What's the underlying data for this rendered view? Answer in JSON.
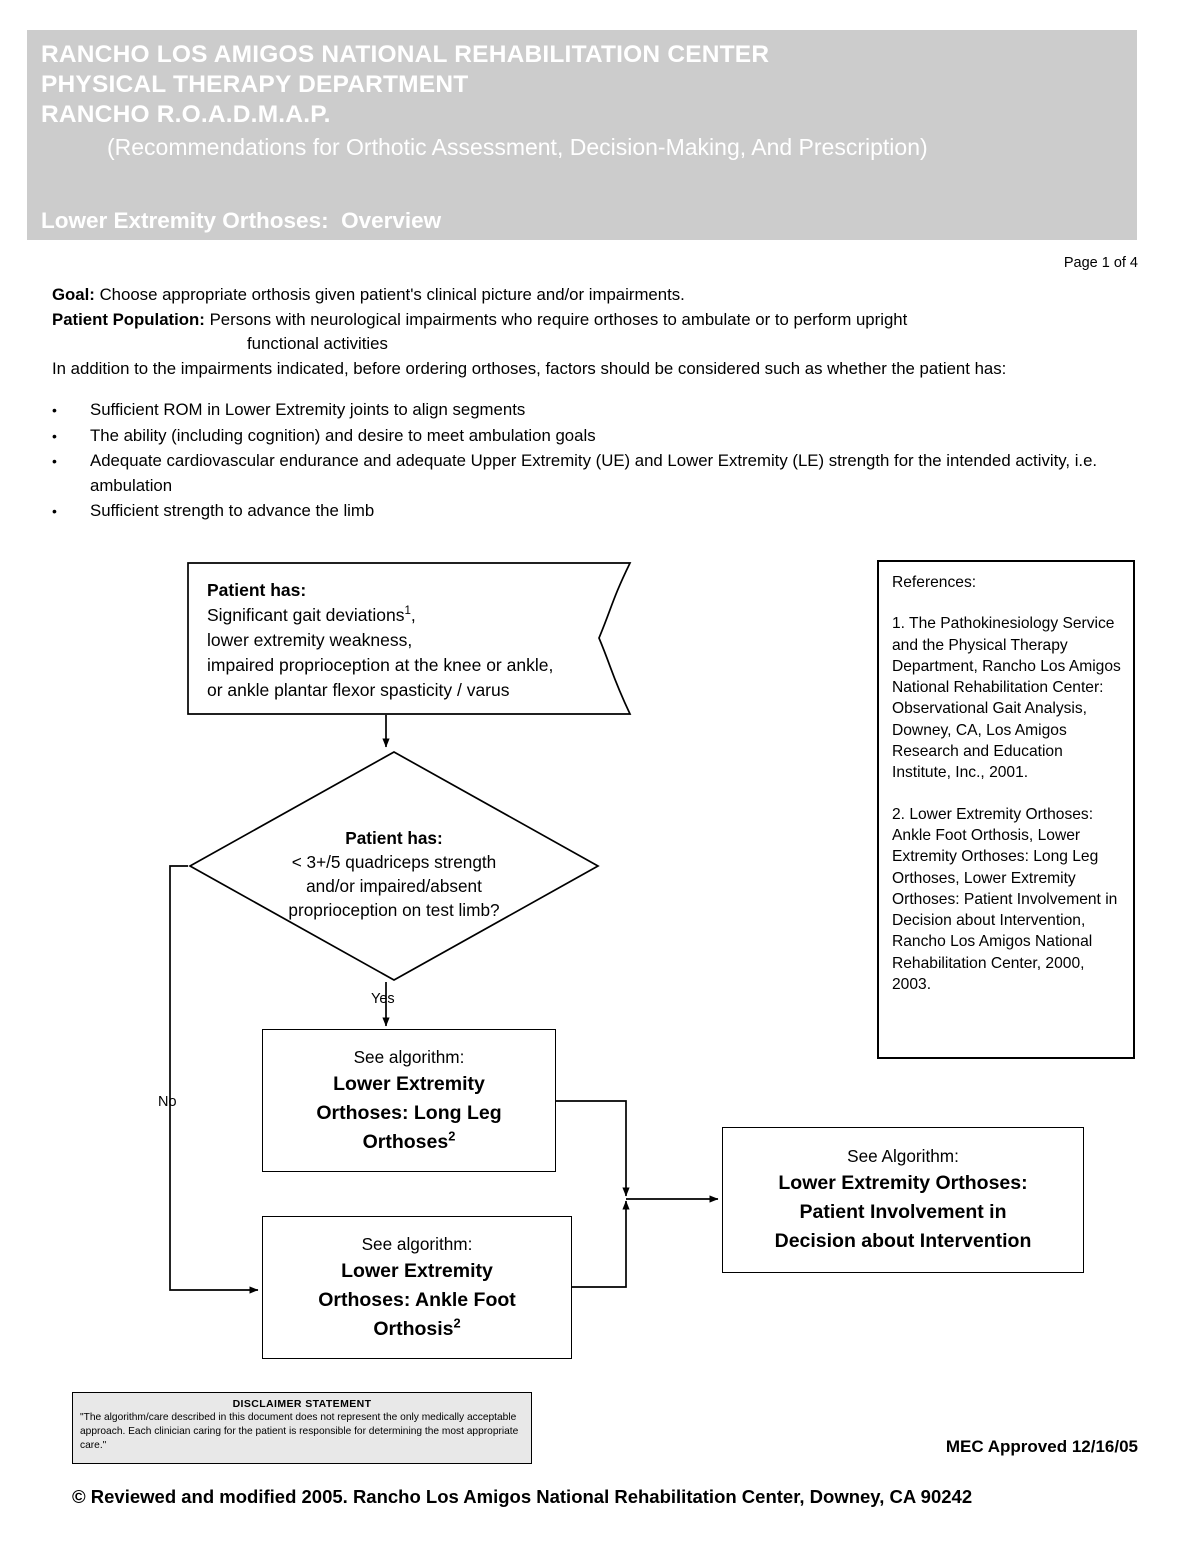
{
  "header": {
    "line1": "RANCHO LOS AMIGOS NATIONAL REHABILITATION CENTER",
    "line2": "PHYSICAL THERAPY DEPARTMENT",
    "line3": "RANCHO R.O.A.D.M.A.P.",
    "subtitle": "(Recommendations for Orthotic Assessment, Decision-Making, And Prescription)",
    "overview_title": "Lower Extremity Orthoses:  Overview",
    "background_color": "#cccccc",
    "text_color": "#ffffff"
  },
  "page_number": "Page 1 of 4",
  "intro": {
    "goal_label": "Goal:",
    "goal_text": "Choose appropriate orthosis given patient's clinical picture and/or impairments.",
    "population_label": "Patient Population:",
    "population_text": "Persons with neurological impairments who require orthoses to ambulate or to perform upright",
    "population_text_cont": "functional activities",
    "paragraph": "In addition to the impairments indicated, before ordering orthoses, factors should be considered such as whether the patient has:",
    "bullets": [
      "Sufficient ROM in Lower Extremity joints to align segments",
      "The ability (including cognition) and desire to meet ambulation goals",
      "Adequate cardiovascular endurance and adequate Upper Extremity (UE) and Lower Extremity (LE) strength for the intended activity, i.e. ambulation",
      "Sufficient strength to advance the limb"
    ]
  },
  "flowchart": {
    "type": "flowchart",
    "symptoms_node": {
      "heading": "Patient has:",
      "line1_pre": "Significant gait deviations",
      "line1_sup": "1",
      "line1_post": ",",
      "line2": "lower extremity weakness,",
      "line3": "impaired proprioception at the knee or ankle,",
      "line4": "or ankle plantar flexor spasticity / varus"
    },
    "decision_node": {
      "heading": "Patient has:",
      "line1": "< 3+/5 quadriceps strength",
      "line2": "and/or impaired/absent",
      "line3": "proprioception on test limb?"
    },
    "edge_labels": {
      "yes": "Yes",
      "no": "No"
    },
    "long_leg_node": {
      "lead": "See algorithm:",
      "main_line1": "Lower Extremity",
      "main_line2": "Orthoses:  Long Leg",
      "main_line3_pre": "Orthoses",
      "main_line3_sup": "2"
    },
    "afo_node": {
      "lead": "See algorithm:",
      "main_line1": "Lower Extremity",
      "main_line2": "Orthoses:  Ankle Foot",
      "main_line3_pre": "Orthosis",
      "main_line3_sup": "2"
    },
    "patient_involvement_node": {
      "lead": "See Algorithm:",
      "main_line1": "Lower Extremity Orthoses:",
      "main_line2": "Patient Involvement in",
      "main_line3": "Decision about Intervention"
    }
  },
  "references": {
    "title": "References:",
    "item1": "1.   The Pathokinesiology Service and the Physical Therapy Department, Rancho Los Amigos National Rehabilitation Center: Observational Gait Analysis, Downey, CA,  Los Amigos Research and Education Institute, Inc., 2001.",
    "item2": "2.   Lower Extremity Orthoses:  Ankle Foot Orthosis, Lower Extremity Orthoses:  Long Leg Orthoses, Lower Extremity Orthoses:  Patient Involvement in Decision about Intervention, Rancho Los Amigos National Rehabilitation Center, 2000, 2003."
  },
  "disclaimer": {
    "title": "DISCLAIMER STATEMENT",
    "body": "\"The algorithm/care described in this document does not represent the only medically acceptable approach.  Each clinician caring for the patient is responsible for determining the most appropriate care.\"",
    "background_color": "#e8e8e8"
  },
  "footer": {
    "mec_approved": "MEC Approved 12/16/05",
    "copyright": "© Reviewed and modified 2005.  Rancho Los Amigos National Rehabilitation Center, Downey, CA 90242"
  }
}
